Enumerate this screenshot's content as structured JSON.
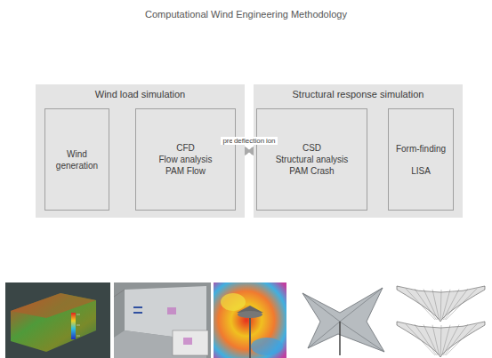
{
  "diagram": {
    "title": "Computational Wind Engineering Methodology",
    "nodes": [
      {
        "text": [
          "Wind load simulation"
        ]
      },
      {
        "text": [
          "Wind generation"
        ],
        "in": 0
      },
      {
        "text": [
          "CFD",
          "Flow analysis",
          "PAM Flow"
        ],
        "in": 0
      },
      {
        "text": [
          "Structural response simulation"
        ]
      },
      {
        "text": [
          "CSD",
          "Structural analysis",
          "PAM Crash"
        ],
        "in": 3
      },
      {
        "text": [
          "Form-finding",
          "LISA"
        ],
        "in": 3
      }
    ],
    "edges": [
      {
        "from": 1,
        "to": 2,
        "arrow": "to"
      },
      {
        "from": 5,
        "to": 4,
        "arrow": "to"
      },
      {
        "from": 0,
        "to": 3,
        "arrow": "to",
        "label": "pressure/ friction"
      },
      {
        "from": 3,
        "to": 0,
        "arrow": "to",
        "label": "deflection"
      }
    ]
  }
}
